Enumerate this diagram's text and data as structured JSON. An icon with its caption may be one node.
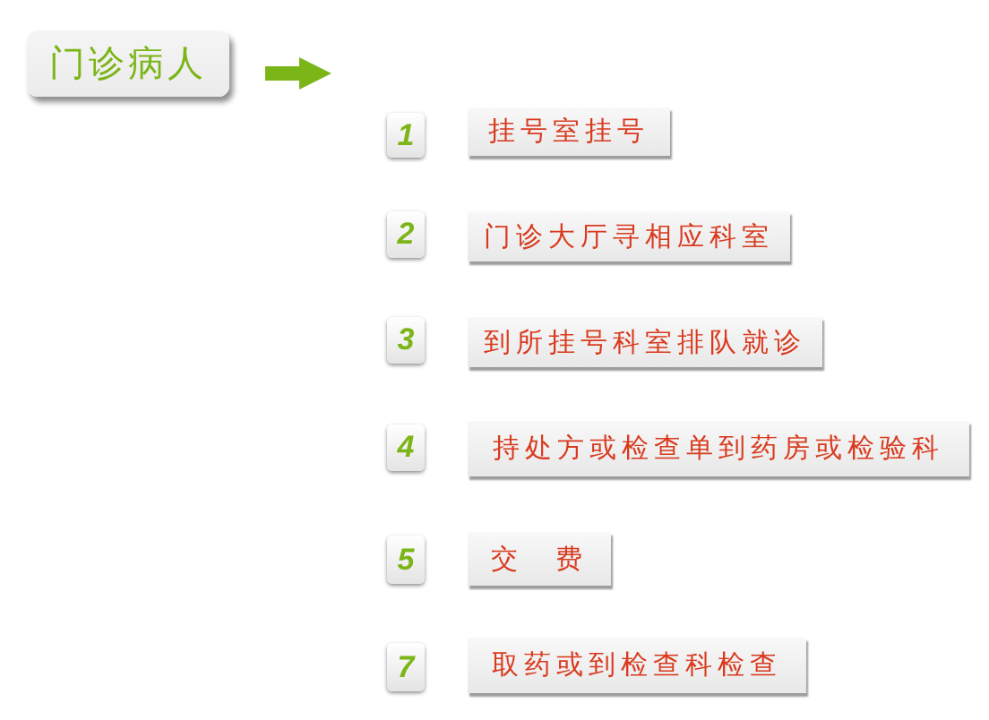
{
  "diagram": {
    "nodes": [
      {
        "text": [
          "门诊病人"
        ]
      },
      {
        "text": [
          "1"
        ]
      },
      {
        "text": [
          "挂号室挂号"
        ]
      },
      {
        "text": [
          "2"
        ]
      },
      {
        "text": [
          "门诊大厅寻相应科室"
        ]
      },
      {
        "text": [
          "3"
        ]
      },
      {
        "text": [
          "到所挂号科室排队就诊"
        ]
      },
      {
        "text": [
          "4"
        ]
      },
      {
        "text": [
          "持处方或检查单到药房或检验科"
        ]
      },
      {
        "text": [
          "5"
        ]
      },
      {
        "text": [
          "交　费"
        ]
      },
      {
        "text": [
          "7"
        ]
      },
      {
        "text": [
          "取药或到检查科检查"
        ]
      }
    ]
  }
}
